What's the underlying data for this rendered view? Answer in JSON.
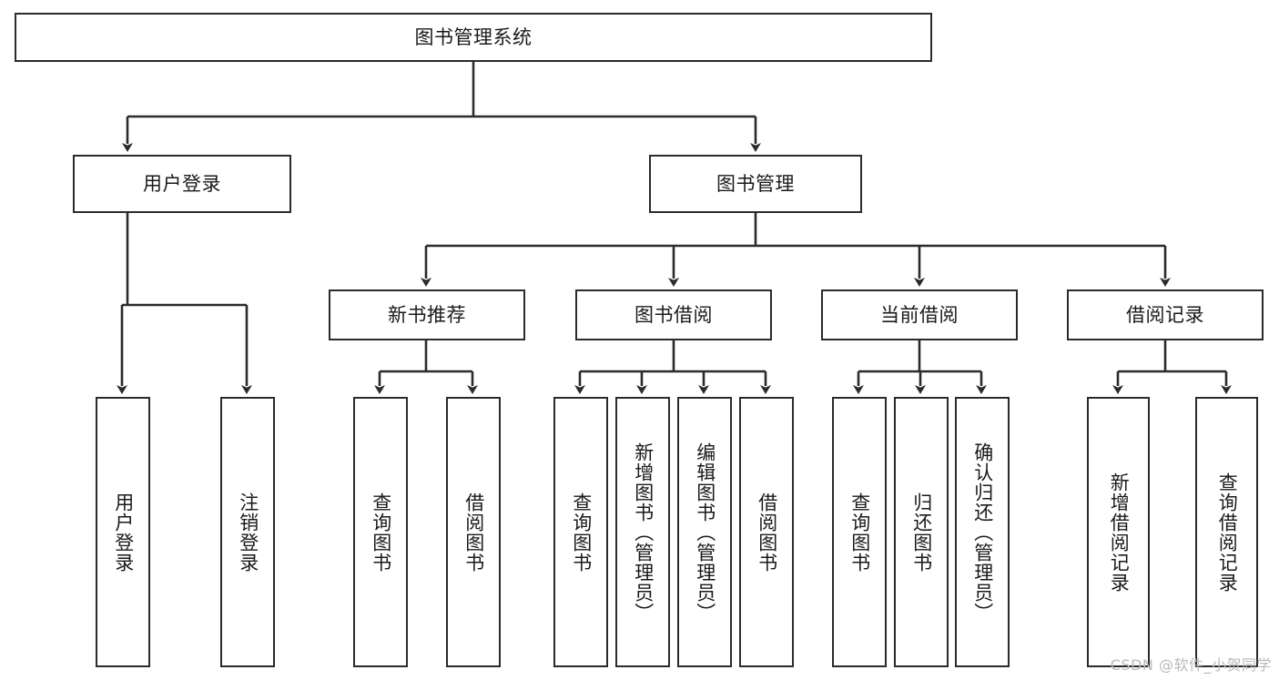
{
  "diagram": {
    "title": "图书管理系统",
    "type": "tree-hierarchy",
    "root": {
      "id": "root",
      "label": "图书管理系统"
    },
    "level2": [
      {
        "id": "user-login",
        "label": "用户登录"
      },
      {
        "id": "book-manage",
        "label": "图书管理"
      }
    ],
    "level3": [
      {
        "id": "new-book-rec",
        "label": "新书推荐"
      },
      {
        "id": "book-borrow",
        "label": "图书借阅"
      },
      {
        "id": "current-borrow",
        "label": "当前借阅"
      },
      {
        "id": "borrow-record",
        "label": "借阅记录"
      }
    ],
    "leaves": {
      "user_login": [
        {
          "id": "leaf-user-login",
          "label": "用户登录"
        },
        {
          "id": "leaf-logout",
          "label": "注销登录"
        }
      ],
      "new_book_rec": [
        {
          "id": "leaf-query-book-1",
          "label": "查询图书"
        },
        {
          "id": "leaf-borrow-book-1",
          "label": "借阅图书"
        }
      ],
      "book_borrow": [
        {
          "id": "leaf-query-book-2",
          "label": "查询图书"
        },
        {
          "id": "leaf-add-book",
          "label": "新增图书（管理员）"
        },
        {
          "id": "leaf-edit-book",
          "label": "编辑图书（管理员）"
        },
        {
          "id": "leaf-borrow-book-2",
          "label": "借阅图书"
        }
      ],
      "current_borrow": [
        {
          "id": "leaf-query-book-3",
          "label": "查询图书"
        },
        {
          "id": "leaf-return-book",
          "label": "归还图书"
        },
        {
          "id": "leaf-confirm-return",
          "label": "确认归还（管理员）"
        }
      ],
      "borrow_record": [
        {
          "id": "leaf-add-record",
          "label": "新增借阅记录"
        },
        {
          "id": "leaf-query-record",
          "label": "查询借阅记录"
        }
      ]
    }
  },
  "watermark": {
    "text": "CSDN @软件_小贺同学"
  },
  "colors": {
    "border": "#2b2b2b",
    "background": "#ffffff",
    "text": "#1a1a1a",
    "watermark": "#b9b9b9"
  }
}
